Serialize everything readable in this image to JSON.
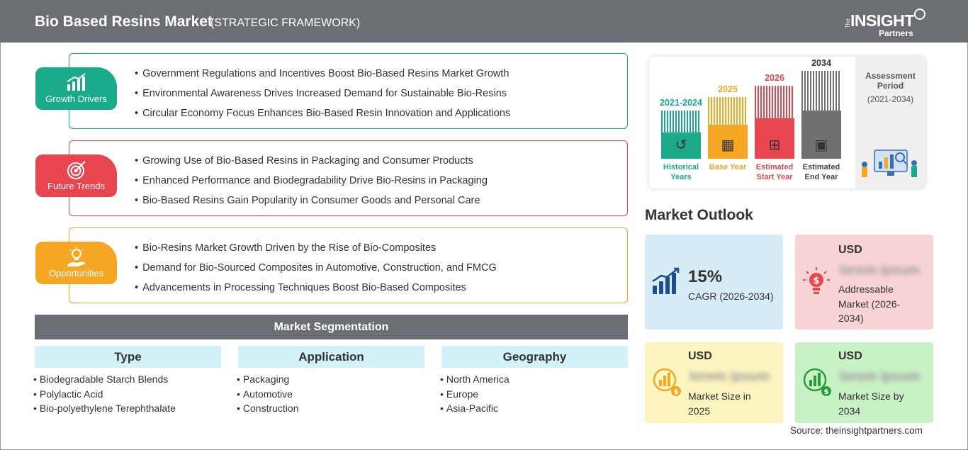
{
  "header": {
    "title": "Bio Based Resins Market",
    "subtitle": "(STRATEGIC FRAMEWORK)",
    "logo": {
      "the": "The",
      "insight": "INSIGHT",
      "partners": "Partners"
    }
  },
  "categories": [
    {
      "label": "Growth Drivers",
      "color": "#1aaa8a",
      "icon": "bar-chart-growth-icon",
      "items": [
        "Government Regulations and Incentives Boost Bio-Based Resins Market Growth",
        "Environmental Awareness Drives Increased Demand for Sustainable Bio-Resins",
        "Circular Economy Focus Enhances Bio-Based Resin Innovation and Applications"
      ]
    },
    {
      "label": "Future Trends",
      "color": "#e8454f",
      "icon": "target-icon",
      "items": [
        "Growing Use of Bio-Based Resins in Packaging and Consumer Products",
        "Enhanced Performance and Biodegradability Drive Bio-Resins in Packaging",
        "Bio-Based Resins Gain Popularity in Consumer Goods and Personal Care"
      ]
    },
    {
      "label": "Opportunities",
      "color": "#f5a623",
      "icon": "lightbulb-hand-icon",
      "items": [
        "Bio-Resins Market Growth Driven by the Rise of Bio-Composites",
        "Demand for Bio-Sourced Composites in Automotive, Construction, and FMCG",
        "Advancements in Processing Techniques Boost Bio-Based Composites"
      ]
    }
  ],
  "segmentation": {
    "title": "Market Segmentation",
    "columns": [
      {
        "head": "Type",
        "items": [
          "Biodegradable Starch Blends",
          "Polylactic Acid",
          "Bio-polyethylene Terephthalate"
        ]
      },
      {
        "head": "Application",
        "items": [
          "Packaging",
          "Automotive",
          "Construction"
        ]
      },
      {
        "head": "Geography",
        "items": [
          "North America",
          "Europe",
          "Asia-Pacific"
        ]
      }
    ]
  },
  "timeline": {
    "bars": [
      {
        "year": "2021-2024",
        "caption": "Historical Years",
        "color": "#1aaa8a",
        "level": 0.55,
        "icon": "history-icon"
      },
      {
        "year": "2025",
        "caption": "Base Year",
        "color": "#f5a623",
        "level": 0.7,
        "icon": "calendar-icon"
      },
      {
        "year": "2026",
        "caption": "Estimated Start Year",
        "color": "#e8454f",
        "level": 0.83,
        "icon": "analytics-icon"
      },
      {
        "year": "2034",
        "caption": "Estimated End Year",
        "color": "#707070",
        "level": 1.0,
        "icon": "presentation-icon"
      }
    ],
    "assessment_title": "Assessment Period",
    "assessment_range": "(2021-2034)"
  },
  "outlook": {
    "title": "Market Outlook",
    "cagr": {
      "value": "15%",
      "label": "CAGR (2026-2034)",
      "color": "#d7ecf7"
    },
    "addressable": {
      "usd": "USD",
      "value": "lorem ipsum",
      "label": "Addressable Market (2026-2034)",
      "color": "#f8d3d6"
    },
    "size2025": {
      "usd": "USD",
      "value": "lorem ipsum",
      "label": "Market Size in 2025",
      "color": "#fdf5bf"
    },
    "size2034": {
      "usd": "USD",
      "value": "lorem ipsum",
      "label": "Market Size by 2034",
      "color": "#c8f1c6"
    }
  },
  "source": "Source: theinsightpartners.com"
}
